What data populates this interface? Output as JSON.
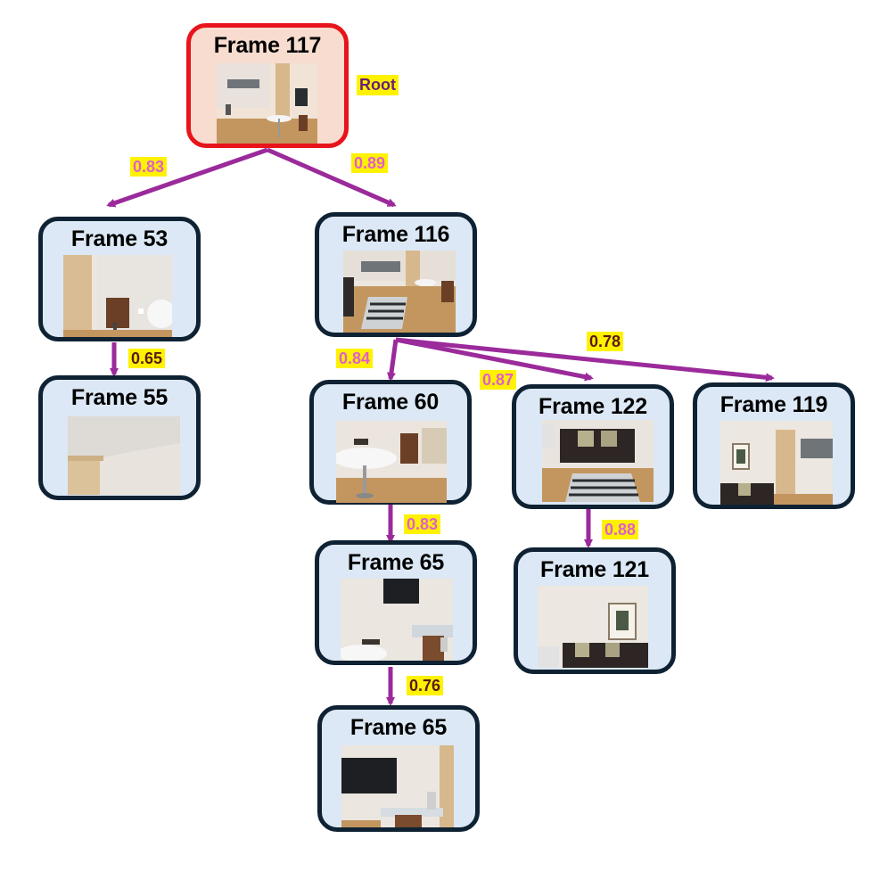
{
  "root_tag": "Root",
  "colors": {
    "arrow": "#9b2a9b",
    "label_bg": "#fff200",
    "label_dark": "#5a1a14",
    "label_pink": "#e060c8",
    "root_border": "#e8141b",
    "node_border": "#0f2233",
    "node_fill": "#dce8f5"
  },
  "nodes": {
    "f117": {
      "title": "Frame 117",
      "root": true
    },
    "f53": {
      "title": "Frame 53"
    },
    "f55": {
      "title": "Frame 55"
    },
    "f116": {
      "title": "Frame 116"
    },
    "f60": {
      "title": "Frame 60"
    },
    "f65a": {
      "title": "Frame 65"
    },
    "f65b": {
      "title": "Frame 65"
    },
    "f122": {
      "title": "Frame 122"
    },
    "f121": {
      "title": "Frame 121"
    },
    "f119": {
      "title": "Frame 119"
    }
  },
  "edges": [
    {
      "from": "Frame 117",
      "to": "Frame 53",
      "weight": "0.83"
    },
    {
      "from": "Frame 117",
      "to": "Frame 116",
      "weight": "0.89"
    },
    {
      "from": "Frame 53",
      "to": "Frame 55",
      "weight": "0.65"
    },
    {
      "from": "Frame 116",
      "to": "Frame 60",
      "weight": "0.84"
    },
    {
      "from": "Frame 116",
      "to": "Frame 122",
      "weight": "0.87"
    },
    {
      "from": "Frame 116",
      "to": "Frame 119",
      "weight": "0.78"
    },
    {
      "from": "Frame 60",
      "to": "Frame 65",
      "weight": "0.83"
    },
    {
      "from": "Frame 65",
      "to": "Frame 65",
      "weight": "0.76"
    },
    {
      "from": "Frame 122",
      "to": "Frame 121",
      "weight": "0.88"
    }
  ]
}
